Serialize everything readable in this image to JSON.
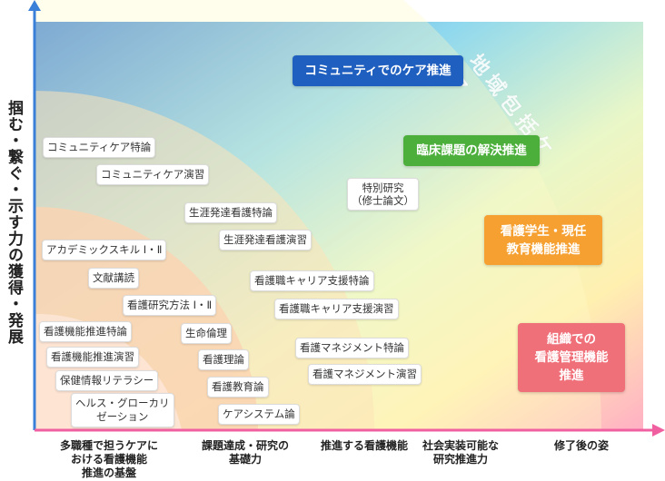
{
  "axis": {
    "vertical_label": "掴む・繋ぐ・示す力の獲得・発展"
  },
  "categories": [
    "多職種で担うケアに\nおける看護機能\n推進の基盤",
    "課題達成・研究の\n基礎力",
    "推進する看護機能",
    "社会実装可能な\n研究推進力",
    "修了後の姿"
  ],
  "outcomes": {
    "community": "コミュニティでのケア推進",
    "clinical": "臨床課題の解決推進",
    "education": "看護学生・現任\n教育機能推進",
    "management": "組織での\n看護管理機能\n推進"
  },
  "outcome_colors": {
    "community": "#1f5fbf",
    "clinical": "#4caf3c",
    "education": "#f5a030",
    "management": "#f0707a"
  },
  "regional_label": "地域包括ケア",
  "courses": [
    "コミュニティケア特論",
    "コミュニティケア演習",
    "特別研究\n（修士論文）",
    "生涯発達看護特論",
    "生涯発達看護演習",
    "アカデミックスキル Ⅰ・Ⅱ",
    "文献講読",
    "看護職キャリア支援特論",
    "看護研究方法 Ⅰ・Ⅱ",
    "看護職キャリア支援演習",
    "看護機能推進特論",
    "生命倫理",
    "看護マネジメント特論",
    "看護機能推進演習",
    "看護理論",
    "看護マネジメント演習",
    "保健情報リテラシー",
    "看護教育論",
    "ヘルス・グローカリ\nゼーション",
    "ケアシステム論"
  ]
}
